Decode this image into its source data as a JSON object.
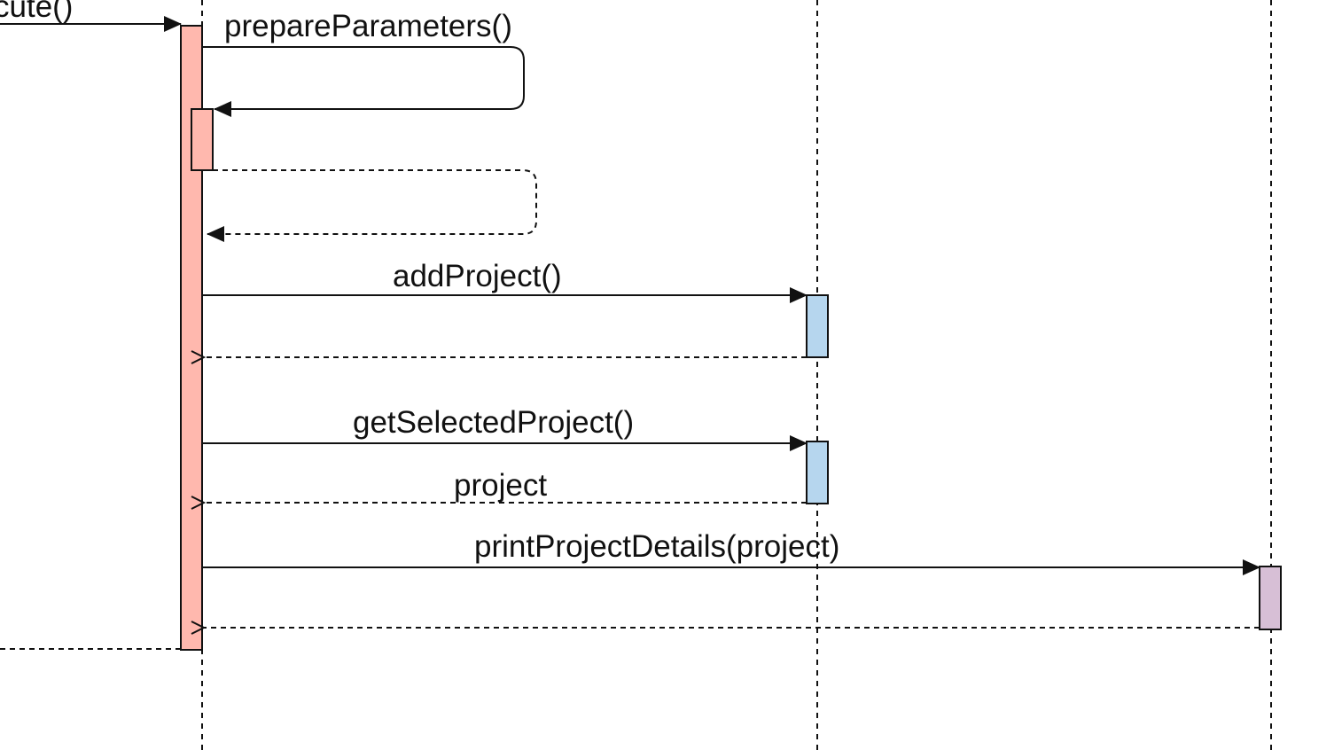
{
  "diagram": {
    "type": "sequence",
    "colors": {
      "line": "#111111",
      "main_activation": "#ffb8ae",
      "service_activation": "#b6d6ee",
      "printer_activation": "#d7bfd6"
    },
    "lifelines": [
      {
        "id": "controller"
      },
      {
        "id": "service"
      },
      {
        "id": "printer"
      }
    ],
    "messages": [
      {
        "id": "execute",
        "label": "cute()",
        "kind": "call"
      },
      {
        "id": "prepare-parameters",
        "label": "prepareParameters()",
        "kind": "self-call"
      },
      {
        "id": "prepare-parameters-return",
        "label": "",
        "kind": "self-return"
      },
      {
        "id": "add-project",
        "label": "addProject()",
        "kind": "call"
      },
      {
        "id": "add-project-return",
        "label": "",
        "kind": "return"
      },
      {
        "id": "get-selected-project",
        "label": "getSelectedProject()",
        "kind": "call"
      },
      {
        "id": "get-selected-project-return",
        "label": "project",
        "kind": "return"
      },
      {
        "id": "print-project-details",
        "label": "printProjectDetails(project)",
        "kind": "call"
      },
      {
        "id": "print-project-details-return",
        "label": "",
        "kind": "return"
      },
      {
        "id": "execute-return",
        "label": "",
        "kind": "return"
      }
    ]
  }
}
